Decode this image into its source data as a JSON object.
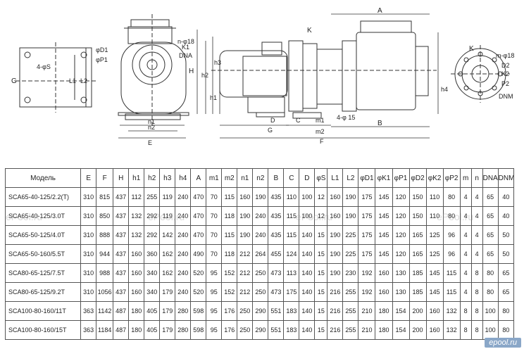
{
  "drawing": {
    "labels": {
      "A": "A",
      "K": "K",
      "K_right": "K",
      "n_phi18": "n-φ18",
      "phiD1": "φD1",
      "phiP1": "φP1",
      "K1": "K1",
      "DNA": "DNA",
      "fourPhiS": "4-φS",
      "G": "G",
      "G2": "G",
      "L1": "L1",
      "L2": "L2",
      "H": "H",
      "h1": "h1",
      "h2": "h2",
      "h3": "h3",
      "h4": "h4",
      "n1": "n1",
      "n2": "n2",
      "E": "E",
      "D": "D",
      "C": "C",
      "m1": "m1",
      "m2": "m2",
      "B": "B",
      "F": "F",
      "four_phi15": "4-φ 15",
      "m_phi18": "m-φ18",
      "D2": "D2",
      "K2": "K2",
      "P2": "P2",
      "DNM": "DNM"
    }
  },
  "table": {
    "headers": [
      "Модель",
      "E",
      "F",
      "H",
      "h1",
      "h2",
      "h3",
      "h4",
      "A",
      "m1",
      "m2",
      "n1",
      "n2",
      "B",
      "C",
      "D",
      "φS",
      "L1",
      "L2",
      "φD1",
      "φK1",
      "φP1",
      "φD2",
      "φK2",
      "φP2",
      "m",
      "n",
      "DNA",
      "DNM"
    ],
    "rows": [
      [
        "SCA65-40-125/2.2(T)",
        "310",
        "815",
        "437",
        "112",
        "255",
        "119",
        "240",
        "470",
        "70",
        "115",
        "160",
        "190",
        "435",
        "110",
        "100",
        "12",
        "160",
        "190",
        "175",
        "145",
        "120",
        "150",
        "110",
        "80",
        "4",
        "4",
        "65",
        "40"
      ],
      [
        "SCA65-40-125/3.0T",
        "310",
        "850",
        "437",
        "132",
        "292",
        "119",
        "240",
        "470",
        "70",
        "118",
        "190",
        "240",
        "435",
        "115",
        "100",
        "12",
        "160",
        "190",
        "175",
        "145",
        "120",
        "150",
        "110",
        "80",
        "4",
        "4",
        "65",
        "40"
      ],
      [
        "SCA65-50-125/4.0T",
        "310",
        "888",
        "437",
        "132",
        "292",
        "142",
        "240",
        "470",
        "70",
        "115",
        "190",
        "240",
        "435",
        "115",
        "140",
        "15",
        "190",
        "225",
        "175",
        "145",
        "120",
        "165",
        "125",
        "96",
        "4",
        "4",
        "65",
        "50"
      ],
      [
        "SCA65-50-160/5.5T",
        "310",
        "944",
        "437",
        "160",
        "360",
        "162",
        "240",
        "490",
        "70",
        "118",
        "212",
        "264",
        "455",
        "124",
        "140",
        "15",
        "190",
        "225",
        "175",
        "145",
        "120",
        "165",
        "125",
        "96",
        "4",
        "4",
        "65",
        "50"
      ],
      [
        "SCA80-65-125/7.5T",
        "310",
        "988",
        "437",
        "160",
        "340",
        "162",
        "240",
        "520",
        "95",
        "152",
        "212",
        "250",
        "473",
        "113",
        "140",
        "15",
        "190",
        "230",
        "192",
        "160",
        "130",
        "185",
        "145",
        "115",
        "4",
        "8",
        "80",
        "65"
      ],
      [
        "SCA80-65-125/9.2T",
        "310",
        "1056",
        "437",
        "160",
        "340",
        "179",
        "240",
        "520",
        "95",
        "152",
        "212",
        "250",
        "473",
        "175",
        "140",
        "15",
        "216",
        "255",
        "192",
        "160",
        "130",
        "185",
        "145",
        "115",
        "4",
        "8",
        "80",
        "65"
      ],
      [
        "SCA100-80-160/11T",
        "363",
        "1142",
        "487",
        "180",
        "405",
        "179",
        "280",
        "598",
        "95",
        "176",
        "250",
        "290",
        "551",
        "183",
        "140",
        "15",
        "216",
        "255",
        "210",
        "180",
        "154",
        "200",
        "160",
        "132",
        "8",
        "8",
        "100",
        "80"
      ],
      [
        "SCA100-80-160/15T",
        "363",
        "1184",
        "487",
        "180",
        "405",
        "179",
        "280",
        "598",
        "95",
        "176",
        "250",
        "290",
        "551",
        "183",
        "140",
        "15",
        "216",
        "255",
        "210",
        "180",
        "154",
        "200",
        "160",
        "132",
        "8",
        "8",
        "100",
        "80"
      ]
    ]
  },
  "watermarks": [
    "ePool.ru",
    "ePool.ru",
    "ePool.ru",
    "ePool.ru"
  ],
  "logo": "epool.ru"
}
